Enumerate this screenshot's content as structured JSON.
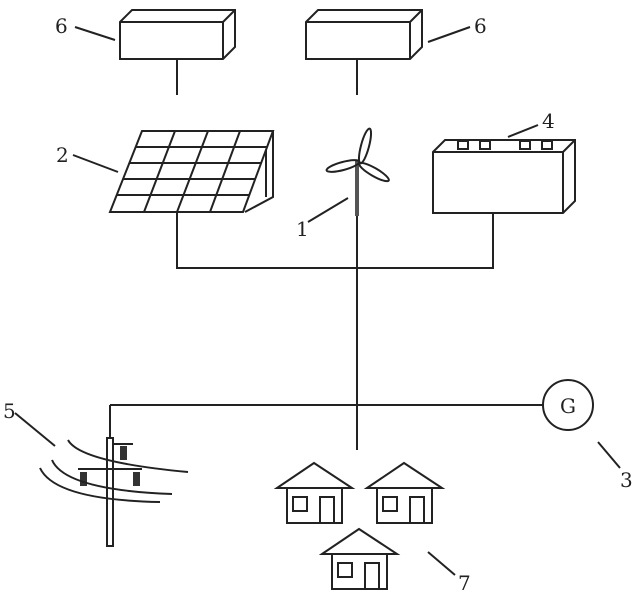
{
  "labels": {
    "wind_turbine": "1",
    "solar_panel": "2",
    "generator": "3",
    "battery": "4",
    "power_grid": "5",
    "controller_left": "6",
    "controller_right": "6",
    "houses": "7"
  },
  "generator_symbol": "G"
}
